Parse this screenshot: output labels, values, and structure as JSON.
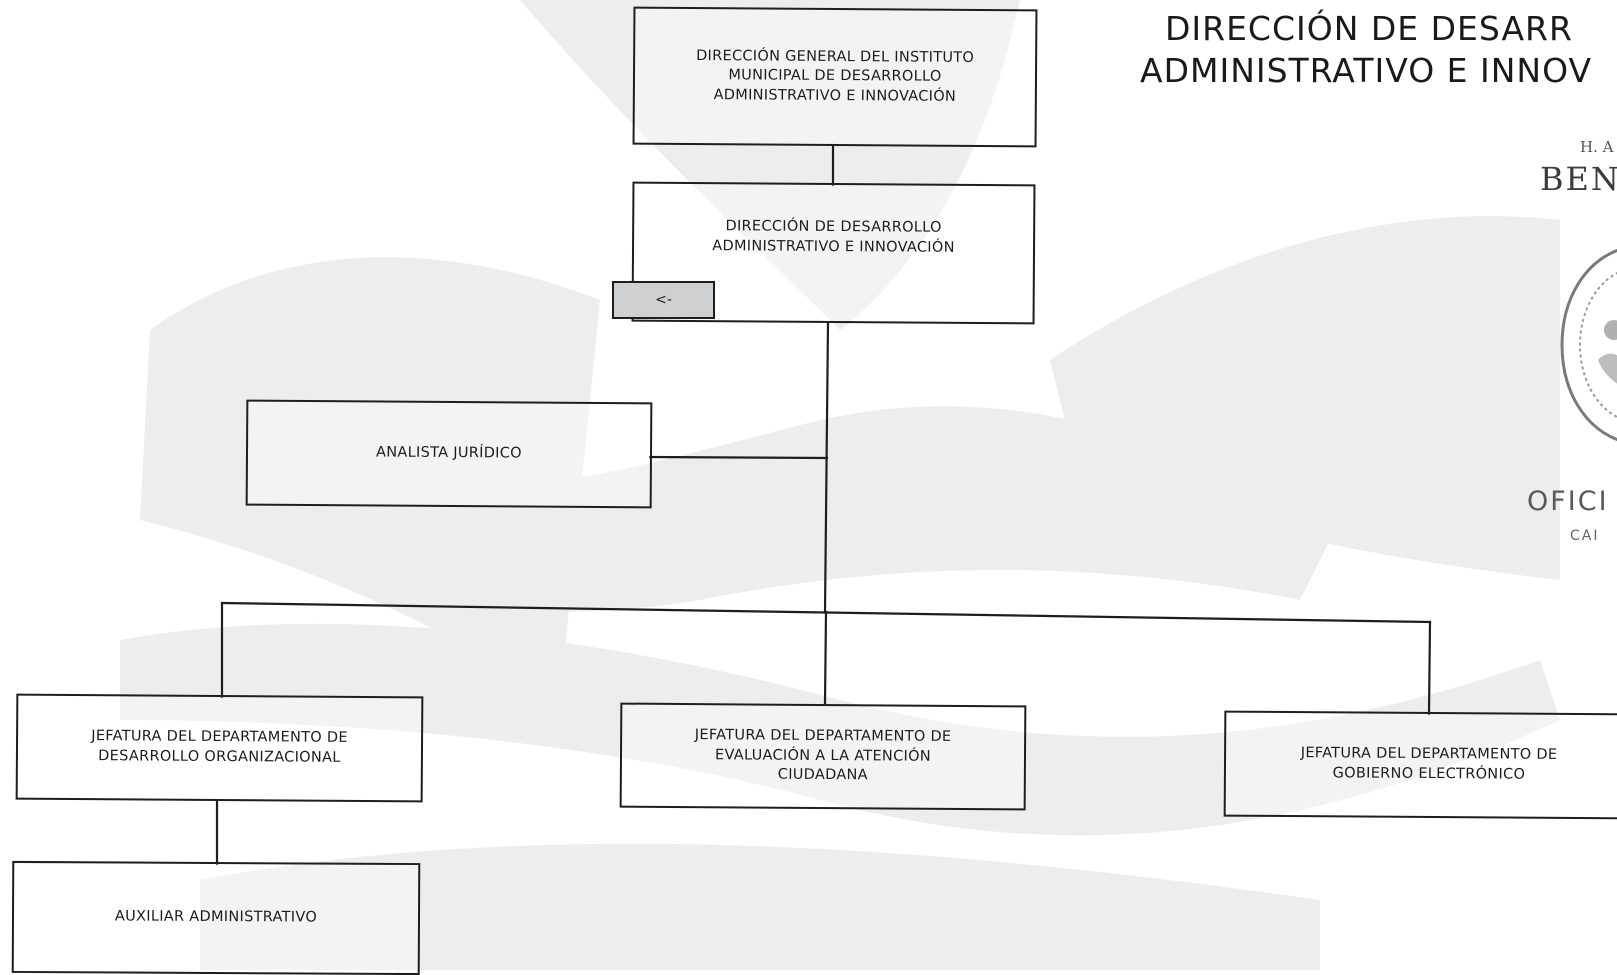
{
  "header": {
    "line1": "DIRECCIÓN DE DESARR",
    "line2": "ADMINISTRATIVO E INNOV"
  },
  "org_chart": {
    "nodes": [
      {
        "id": "direccion-general",
        "lines": [
          "DIRECCIÓN GENERAL DEL INSTITUTO",
          "MUNICIPAL DE DESARROLLO",
          "ADMINISTRATIVO E INNOVACIÓN"
        ]
      },
      {
        "id": "direccion-desarrollo",
        "lines": [
          "DIRECCIÓN DE DESARROLLO",
          "ADMINISTRATIVO E INNOVACIÓN"
        ],
        "parent": "direccion-general"
      },
      {
        "id": "analista-juridico",
        "lines": [
          "ANALISTA JURÍDICO"
        ],
        "parent": "direccion-desarrollo"
      },
      {
        "id": "jefatura-desarrollo-organizacional",
        "lines": [
          "JEFATURA DEL DEPARTAMENTO DE",
          "DESARROLLO ORGANIZACIONAL"
        ],
        "parent": "direccion-desarrollo"
      },
      {
        "id": "jefatura-evaluacion",
        "lines": [
          "JEFATURA DEL DEPARTAMENTO DE",
          "EVALUACIÓN A LA ATENCIÓN",
          "CIUDADANA"
        ],
        "parent": "direccion-desarrollo"
      },
      {
        "id": "jefatura-gobierno-electronico",
        "lines": [
          "JEFATURA DEL DEPARTAMENTO DE",
          "GOBIERNO ELECTRÓNICO"
        ],
        "parent": "direccion-desarrollo"
      },
      {
        "id": "auxiliar-administrativo",
        "lines": [
          "AUXILIAR ADMINISTRATIVO"
        ],
        "parent": "jefatura-desarrollo-organizacional"
      }
    ],
    "back_button": "<-"
  },
  "logo": {
    "top": "H. A",
    "name": "BEN",
    "oficial": "OFICI",
    "caption": "CAI"
  },
  "colors": {
    "watermark": "#ececec",
    "border": "#1e1e1e",
    "button_fill": "#cfd0d2"
  }
}
